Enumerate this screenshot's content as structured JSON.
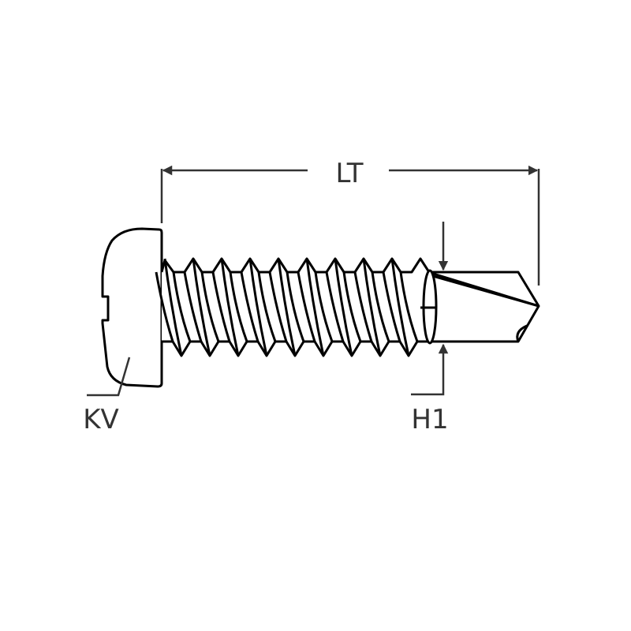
{
  "labels": {
    "total_length": "LT",
    "head_type": "KV",
    "drill_diameter": "H1"
  },
  "colors": {
    "outline": "#000000",
    "dimension": "#333333",
    "fill": "#ffffff"
  }
}
